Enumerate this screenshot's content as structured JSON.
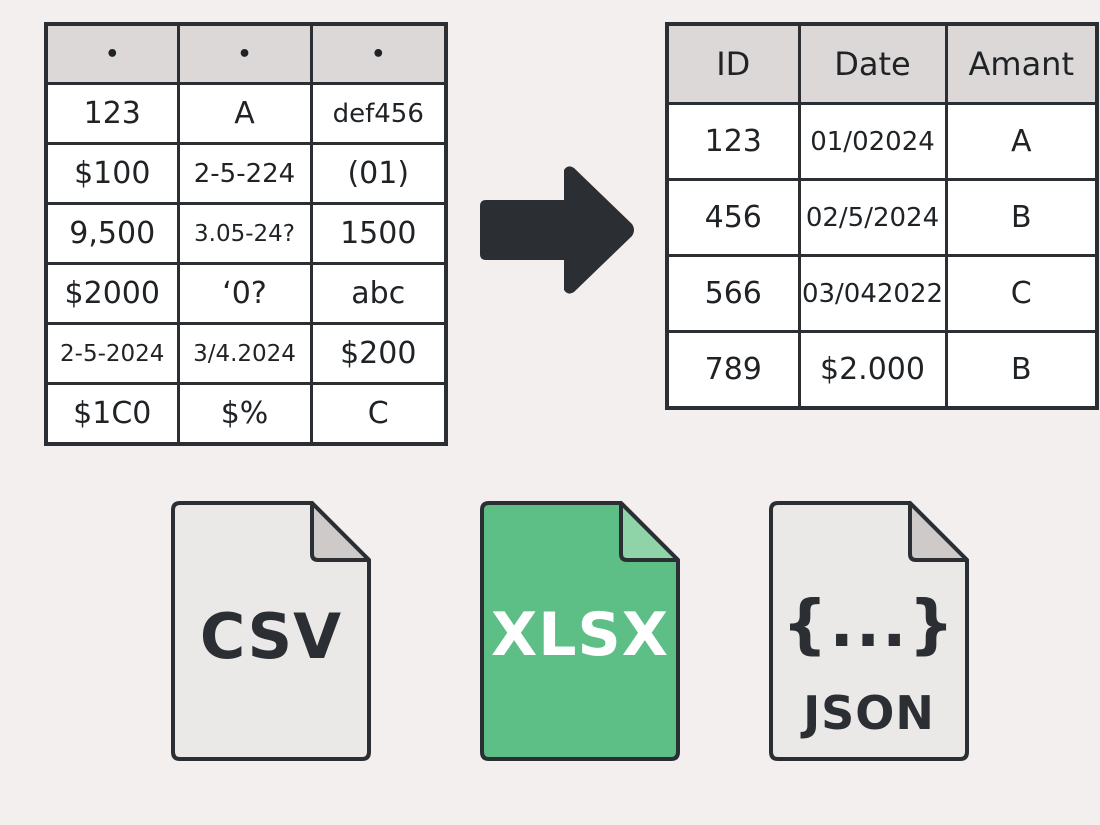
{
  "messy_table": {
    "headers": [
      "•",
      "•",
      "•"
    ],
    "rows": [
      [
        "123",
        "A",
        "def456"
      ],
      [
        "$100",
        "2-5-224",
        "(01)"
      ],
      [
        "9,500",
        "3.05-24?",
        "1500"
      ],
      [
        "$2000",
        "‘0?",
        "abc"
      ],
      [
        "2-5-2024",
        "3/4.2024",
        "$200"
      ],
      [
        "$1C0",
        "$%",
        "C"
      ]
    ]
  },
  "arrow": {
    "icon": "right-arrow-icon",
    "color": "#2b2f33"
  },
  "clean_table": {
    "headers": [
      "ID",
      "Date",
      "Amant"
    ],
    "rows": [
      [
        "123",
        "01/02024",
        "A"
      ],
      [
        "456",
        "02/5/2024",
        "B"
      ],
      [
        "566",
        "03/042022",
        "C"
      ],
      [
        "789",
        "$2.000",
        "B"
      ]
    ]
  },
  "files": {
    "csv": {
      "label": "CSV",
      "color": "#ebe8e8"
    },
    "xlsx": {
      "label": "XLSX",
      "color": "#5dbf86"
    },
    "json": {
      "braces": "{...}",
      "label": "JSON",
      "color": "#ebe8e8"
    }
  }
}
